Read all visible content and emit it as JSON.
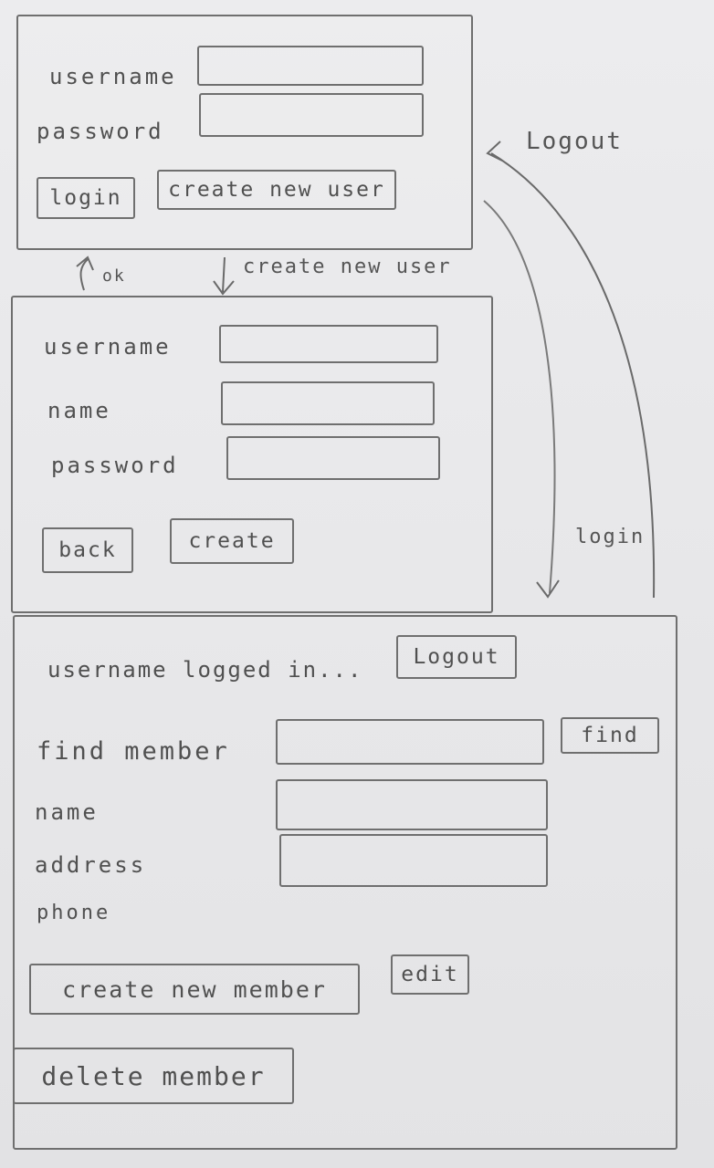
{
  "login_screen": {
    "username_label": "username",
    "password_label": "password",
    "login_button": "login",
    "create_user_button": "create new user"
  },
  "transitions": {
    "ok": "ok",
    "create_new_user": "create new user",
    "logout": "Logout",
    "login": "login"
  },
  "create_user_screen": {
    "username_label": "username",
    "name_label": "name",
    "password_label": "password",
    "back_button": "back",
    "create_button": "create"
  },
  "member_screen": {
    "logged_in_text": "username logged in...",
    "logout_button": "Logout",
    "find_member_label": "find member",
    "find_button": "find",
    "name_label": "name",
    "address_label": "address",
    "phone_label": "phone",
    "create_member_button": "create new member",
    "edit_button": "edit",
    "delete_member_button": "delete member"
  },
  "colors": {
    "line": "#6f6f6f",
    "paper": "#e9e9ea",
    "text": "#505050"
  }
}
